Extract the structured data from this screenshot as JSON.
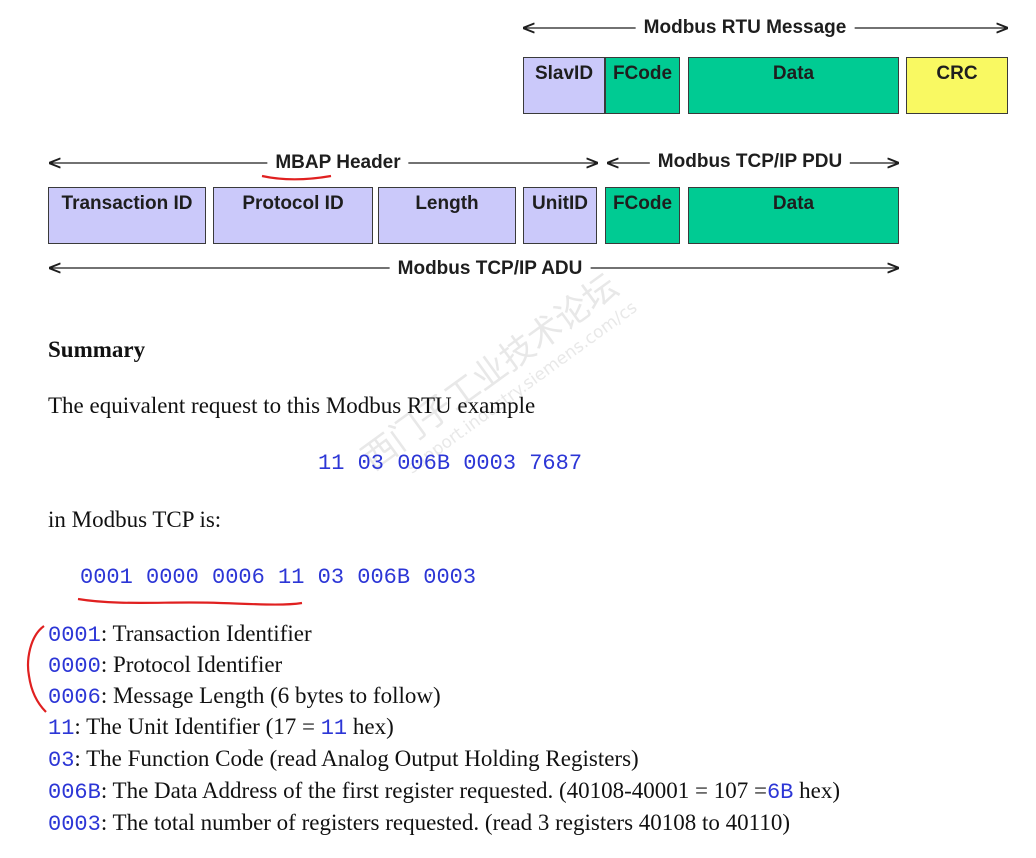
{
  "rtu": {
    "title": "Modbus RTU Message",
    "fields": [
      "SlavID",
      "FCode",
      "Data",
      "CRC"
    ]
  },
  "tcp": {
    "mbap_label": "MBAP Header",
    "pdu_label": "Modbus TCP/IP PDU",
    "adu_label": "Modbus TCP/IP ADU",
    "fields": [
      "Transaction ID",
      "Protocol ID",
      "Length",
      "UnitID",
      "FCode",
      "Data"
    ]
  },
  "summary": {
    "heading": "Summary",
    "intro": "The equivalent request to this Modbus RTU example",
    "rtu_hex": "11 03 006B 0003 7687",
    "tcp_intro": "in Modbus TCP is:",
    "tcp_hex": "0001 0000 0006 11 03 006B 0003"
  },
  "breakdown": [
    {
      "code": "0001",
      "text": ": Transaction Identifier"
    },
    {
      "code": "0000",
      "text": ": Protocol Identifier"
    },
    {
      "code": "0006",
      "text": ": Message Length (6 bytes to follow)"
    },
    {
      "code": "11",
      "text": ": The Unit Identifier  (17 = ",
      "code2": "11",
      "tail": " hex)"
    },
    {
      "code": "03",
      "text": ": The Function Code (read Analog Output Holding Registers)"
    },
    {
      "code": "006B",
      "text": ": The Data Address of the first register requested. (40108-40001 = 107 =",
      "code2": "6B",
      "tail": " hex)"
    },
    {
      "code": "0003",
      "text": ": The total number of registers requested. (read 3 registers 40108 to 40110)"
    }
  ],
  "watermark": {
    "line1": "西门子工业技术论坛",
    "line2": "support.industry.siemens.com/cs"
  },
  "colors": {
    "lavender": "#cbc9fa",
    "green": "#00cb93",
    "yellow": "#f9f962",
    "hex_blue": "#2c36d6",
    "annotation_red": "#e02020"
  }
}
